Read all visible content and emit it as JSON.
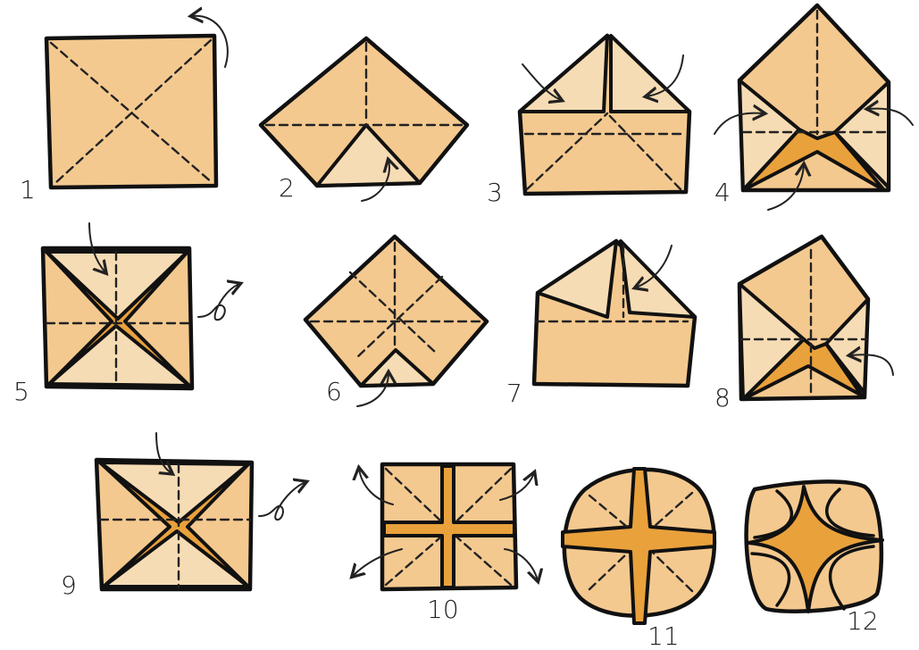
{
  "diagram": {
    "steps": [
      {
        "id": "1",
        "label": "1"
      },
      {
        "id": "2",
        "label": "2"
      },
      {
        "id": "3",
        "label": "3"
      },
      {
        "id": "4",
        "label": "4"
      },
      {
        "id": "5",
        "label": "5"
      },
      {
        "id": "6",
        "label": "6"
      },
      {
        "id": "7",
        "label": "7"
      },
      {
        "id": "8",
        "label": "8"
      },
      {
        "id": "9",
        "label": "9"
      },
      {
        "id": "10",
        "label": "10"
      },
      {
        "id": "11",
        "label": "11"
      },
      {
        "id": "12",
        "label": "12"
      }
    ],
    "colors": {
      "paper": "#f4c98f",
      "paper_flap": "#f6dcb4",
      "paper_strip": "#e9a13c",
      "outline": "#111111",
      "background": "#ffffff"
    }
  }
}
